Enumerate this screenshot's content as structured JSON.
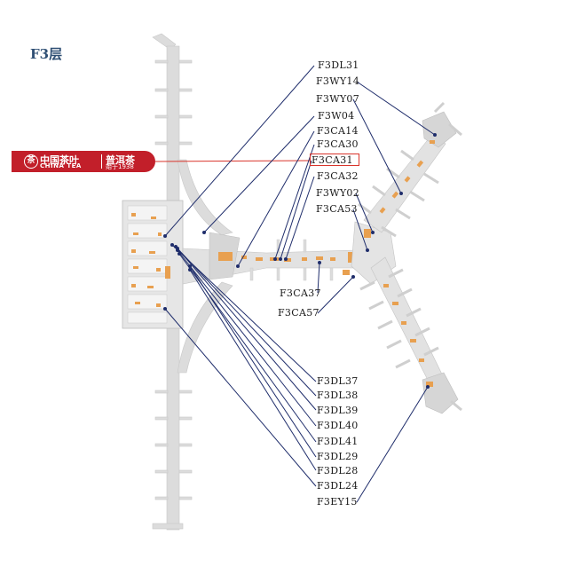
{
  "floor_title": "F3层",
  "brand": {
    "name_cn": "中国茶叶",
    "name_en": "CHINA TEA",
    "product": "普洱茶",
    "since": "始于1938",
    "logo_icon": "china-tea-logo-icon",
    "color": "#c21f2a"
  },
  "labels": {
    "f3dl31": "F3DL31",
    "f3wy14": "F3WY14",
    "f3wy07": "F3WY07",
    "f3w04": "F3W04",
    "f3ca14": "F3CA14",
    "f3ca30": "F3CA30",
    "f3ca31": "F3CA31",
    "f3ca32": "F3CA32",
    "f3wy02": "F3WY02",
    "f3ca53": "F3CA53",
    "f3ca37": "F3CA37",
    "f3ca57": "F3CA57",
    "f3dl37": "F3DL37",
    "f3dl38": "F3DL38",
    "f3dl39": "F3DL39",
    "f3dl40": "F3DL40",
    "f3dl41": "F3DL41",
    "f3dl29": "F3DL29",
    "f3dl28": "F3DL28",
    "f3dl24": "F3DL24",
    "f3ey15": "F3EY15"
  },
  "highlighted_label": "F3CA31",
  "colors": {
    "pointer_line": "#1f2d6b",
    "highlight_box": "#d9342b",
    "shop_area": "#e8a050",
    "terminal_floor": "#dcdcdc",
    "title": "#2f4f74"
  }
}
